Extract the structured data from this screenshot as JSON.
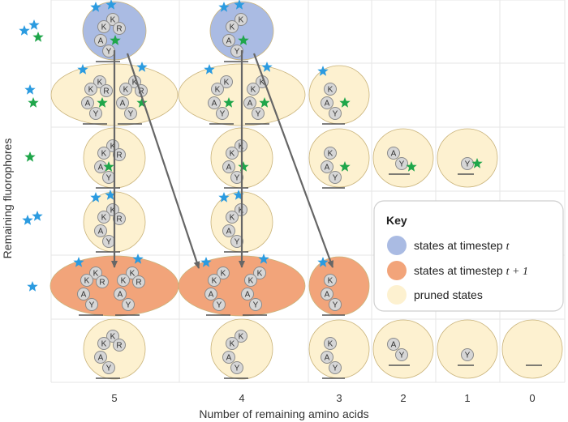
{
  "axes": {
    "x_title": "Number of remaining amino acids",
    "y_title": "Remaining fluorophores",
    "x_ticks": [
      "5",
      "4",
      "3",
      "2",
      "1",
      "0"
    ]
  },
  "key": {
    "title": "Key",
    "items": [
      {
        "label": "states at timestep ",
        "math": "t",
        "color": "#aabbe3"
      },
      {
        "label": "states at timestep ",
        "math": "t + 1",
        "color": "#f2a47a"
      },
      {
        "label": "pruned states",
        "math": "",
        "color": "#fdf1d0"
      }
    ]
  },
  "colors": {
    "current": "#aabbe3",
    "next": "#f2a47a",
    "pruned": "#fdf1d0",
    "blue_star": "#2b9be0",
    "green_star": "#1fa64a",
    "amino_acid": "#d6d6d6",
    "arrow": "#666666",
    "grid": "#e6e6e6"
  },
  "amino_acid_letters": {
    "K": "K",
    "R": "R",
    "A": "A",
    "Y": "Y"
  }
}
